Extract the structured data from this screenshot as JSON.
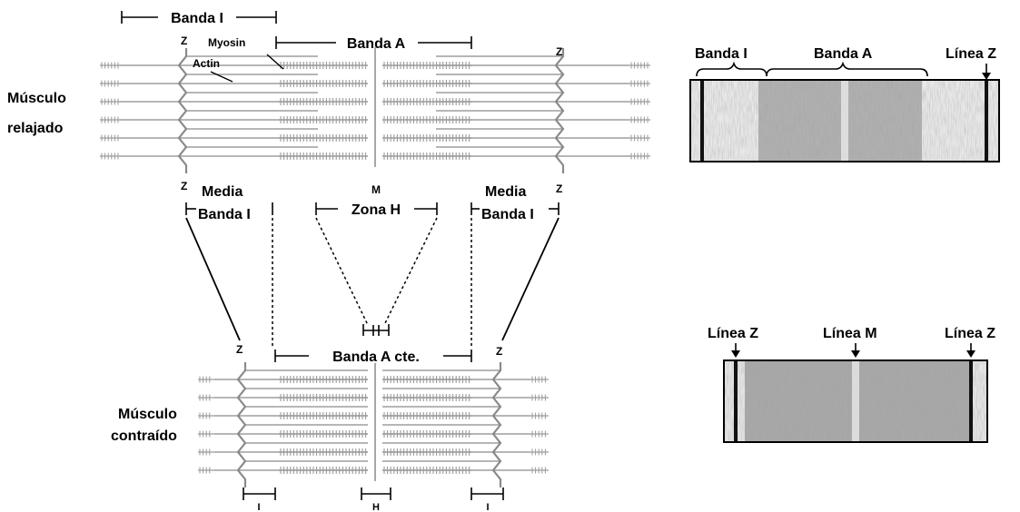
{
  "relaxed": {
    "label_line1": "Músculo",
    "label_line2": "relajado",
    "band_i": "Banda I",
    "band_a": "Banda A",
    "z": "Z",
    "myosin": "Myosin",
    "actin": "Actin",
    "m": "M",
    "half_i_left_line1": "Media",
    "half_i_left_line2": "Banda I",
    "half_i_right_line1": "Media",
    "half_i_right_line2": "Banda I",
    "zone_h": "Zona H"
  },
  "contracted": {
    "label_line1": "Músculo",
    "label_line2": "contraído",
    "band_a_const": "Banda A cte.",
    "z": "Z",
    "i_left": "I",
    "h": "H",
    "i_right": "I"
  },
  "micrograph_relaxed": {
    "band_i": "Banda I",
    "band_a": "Banda A",
    "line_z": "Línea Z"
  },
  "micrograph_contracted": {
    "line_z_left": "Línea Z",
    "line_m": "Línea M",
    "line_z_right": "Línea Z"
  },
  "colors": {
    "filament": "#8a8a8a",
    "thick": "#9a9a9a",
    "ink": "#000000"
  }
}
